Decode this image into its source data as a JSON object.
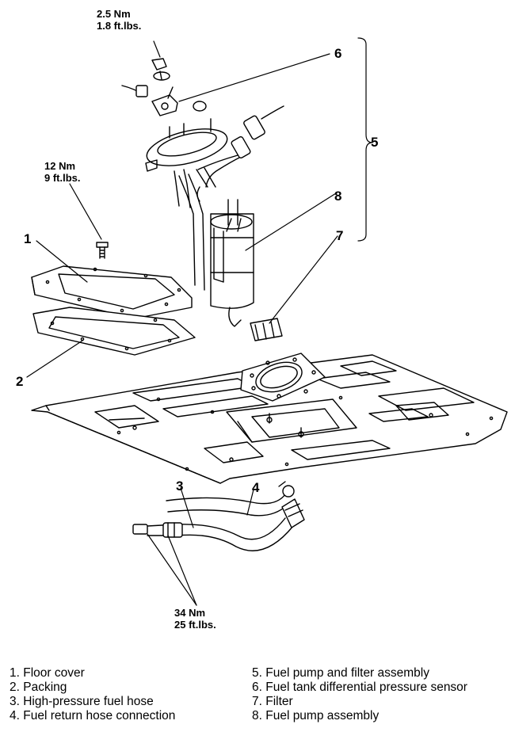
{
  "torque_specs": [
    {
      "nm": "2.5 Nm",
      "lbs": "1.8 ft.lbs."
    },
    {
      "nm": "12 Nm",
      "lbs": "9 ft.lbs."
    },
    {
      "nm": "34 Nm",
      "lbs": "25 ft.lbs."
    }
  ],
  "callouts": [
    "1",
    "2",
    "3",
    "4",
    "5",
    "6",
    "7",
    "8"
  ],
  "legend": {
    "left": [
      "1. Floor cover",
      "2. Packing",
      "3. High-pressure fuel hose",
      "4. Fuel return hose connection"
    ],
    "right": [
      "5. Fuel pump and filter assembly",
      "6. Fuel tank differential pressure sensor",
      "7. Filter",
      "8. Fuel pump assembly"
    ]
  }
}
